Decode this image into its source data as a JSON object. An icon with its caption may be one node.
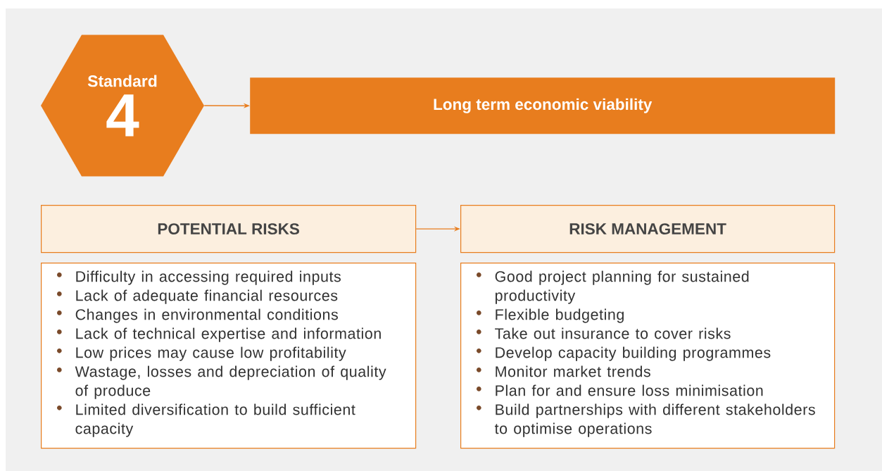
{
  "diagram": {
    "nodes": [
      {
        "text": [
          "Standard",
          "4"
        ]
      },
      {
        "text": [
          "Long term economic viability"
        ]
      },
      {
        "text": [
          "POTENTIAL RISKS"
        ]
      },
      {
        "text": [
          "RISK MANAGEMENT"
        ]
      },
      {
        "text": [
          "Difficulty in accessing required inputs",
          "Lack of adequate financial resources",
          "Changes in environmental conditions",
          "Lack of technical expertise and information",
          "Low prices may cause low profitability",
          "Wastage, losses and depreciation of quality of produce",
          "Limited diversification to build sufficient capacity"
        ]
      },
      {
        "text": [
          "Good project planning for sustained productivity",
          "Flexible budgeting",
          "Take out insurance to cover risks",
          "Develop capacity building programmes",
          "Monitor market trends",
          "Plan for and ensure loss minimisation",
          "Build partnerships with different stakeholders to optimise operations"
        ]
      }
    ],
    "edges": [
      {
        "from": 0,
        "to": 1,
        "arrow": "to"
      },
      {
        "from": 2,
        "to": 3,
        "arrow": "to"
      }
    ]
  }
}
